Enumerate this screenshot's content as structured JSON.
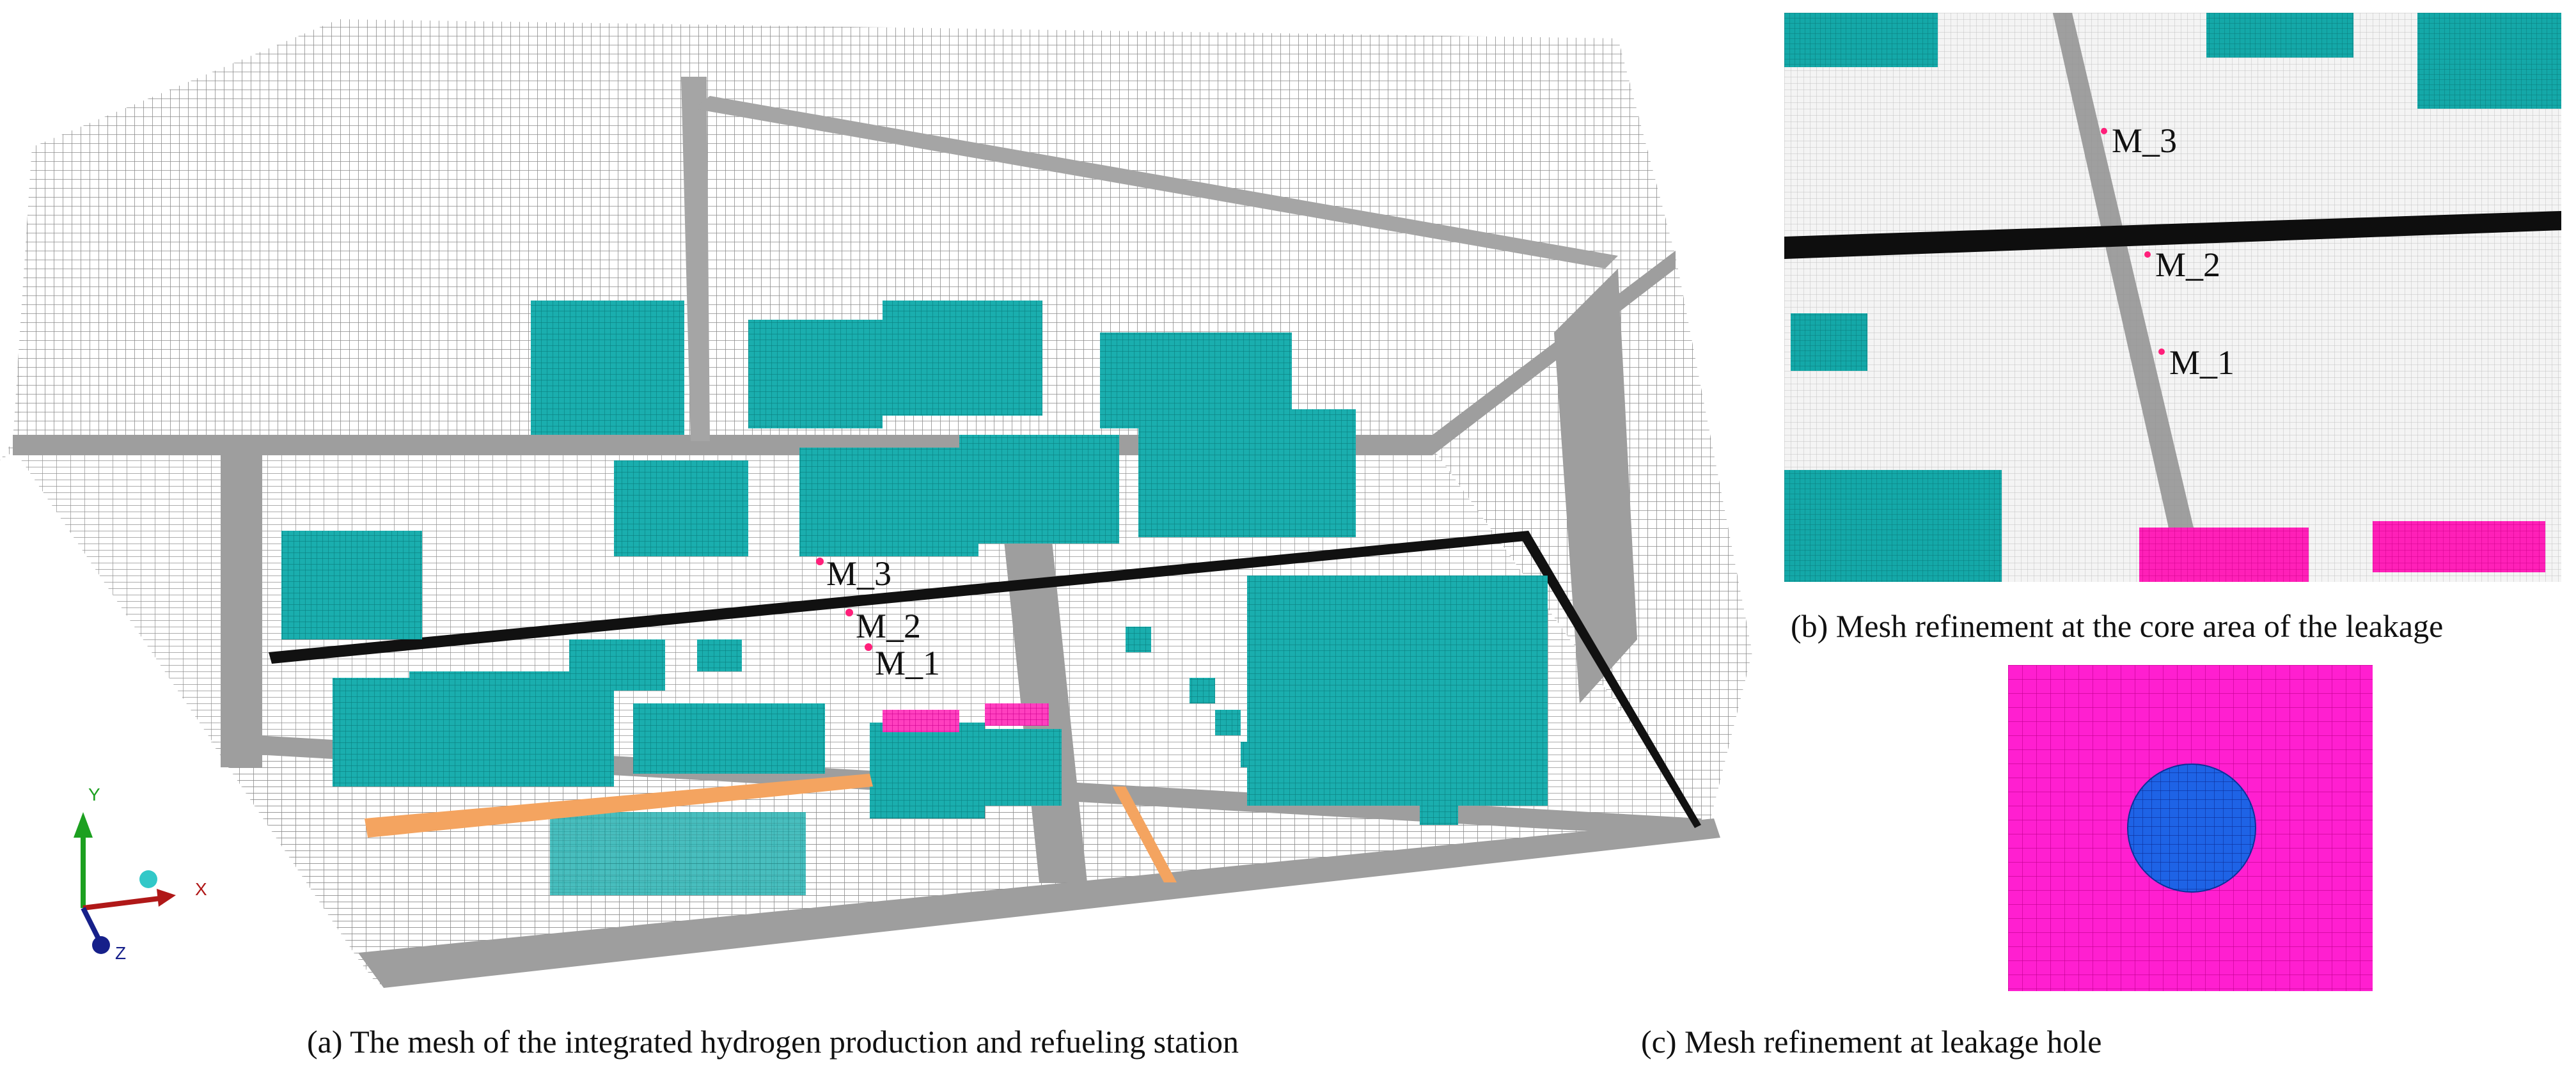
{
  "panels": {
    "a": {
      "caption": "(a) The mesh of the integrated hydrogen production and refueling station"
    },
    "b": {
      "caption": "(b) Mesh refinement at the core area of the leakage"
    },
    "c": {
      "caption": "(c) Mesh refinement at leakage hole"
    }
  },
  "monitor_points": [
    "M_3",
    "M_2",
    "M_1"
  ],
  "axes_triad": {
    "y": "Y",
    "x": "X",
    "z": "Z"
  },
  "colors": {
    "mesh_grey": "#9a9a9a",
    "equipment_teal": "#0fa3a3",
    "leak_source_magenta": "#ff1fb4",
    "pipe_orange": "#f4a460",
    "wall_black": "#111111",
    "hole_blue": "#1e63e6"
  }
}
